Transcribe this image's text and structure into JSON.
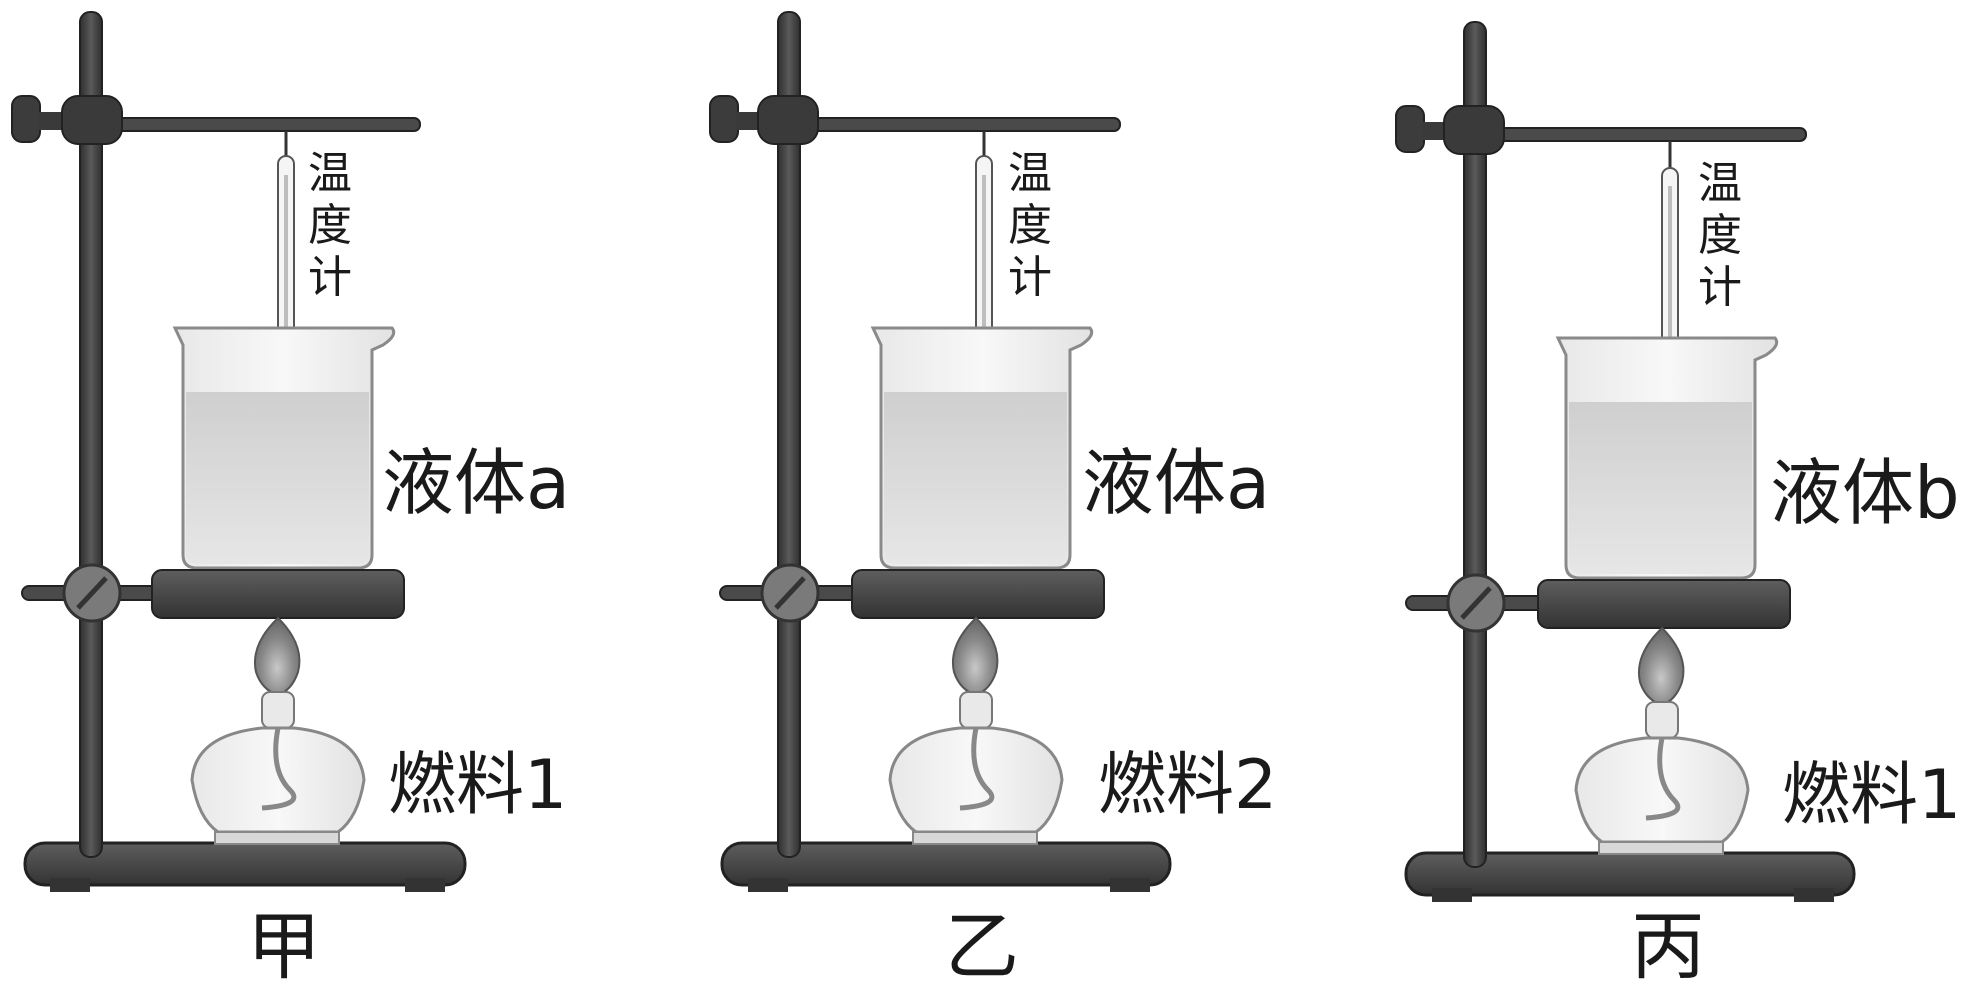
{
  "setups": [
    {
      "id": "jia",
      "label": "甲",
      "thermometer": [
        "温",
        "度",
        "计"
      ],
      "liquid": "液体a",
      "fuel": "燃料1"
    },
    {
      "id": "yi",
      "label": "乙",
      "thermometer": [
        "温",
        "度",
        "计"
      ],
      "liquid": "液体a",
      "fuel": "燃料2"
    },
    {
      "id": "bing",
      "label": "丙",
      "thermometer": [
        "温",
        "度",
        "计"
      ],
      "liquid": "液体b",
      "fuel": "燃料1"
    }
  ],
  "colors": {
    "metal": "#4a4a4a",
    "metal_dark": "#2f2f2f",
    "glass": "#f1f1f1",
    "liquid": "#d9d9d9",
    "flame": "#7a7a7a"
  }
}
